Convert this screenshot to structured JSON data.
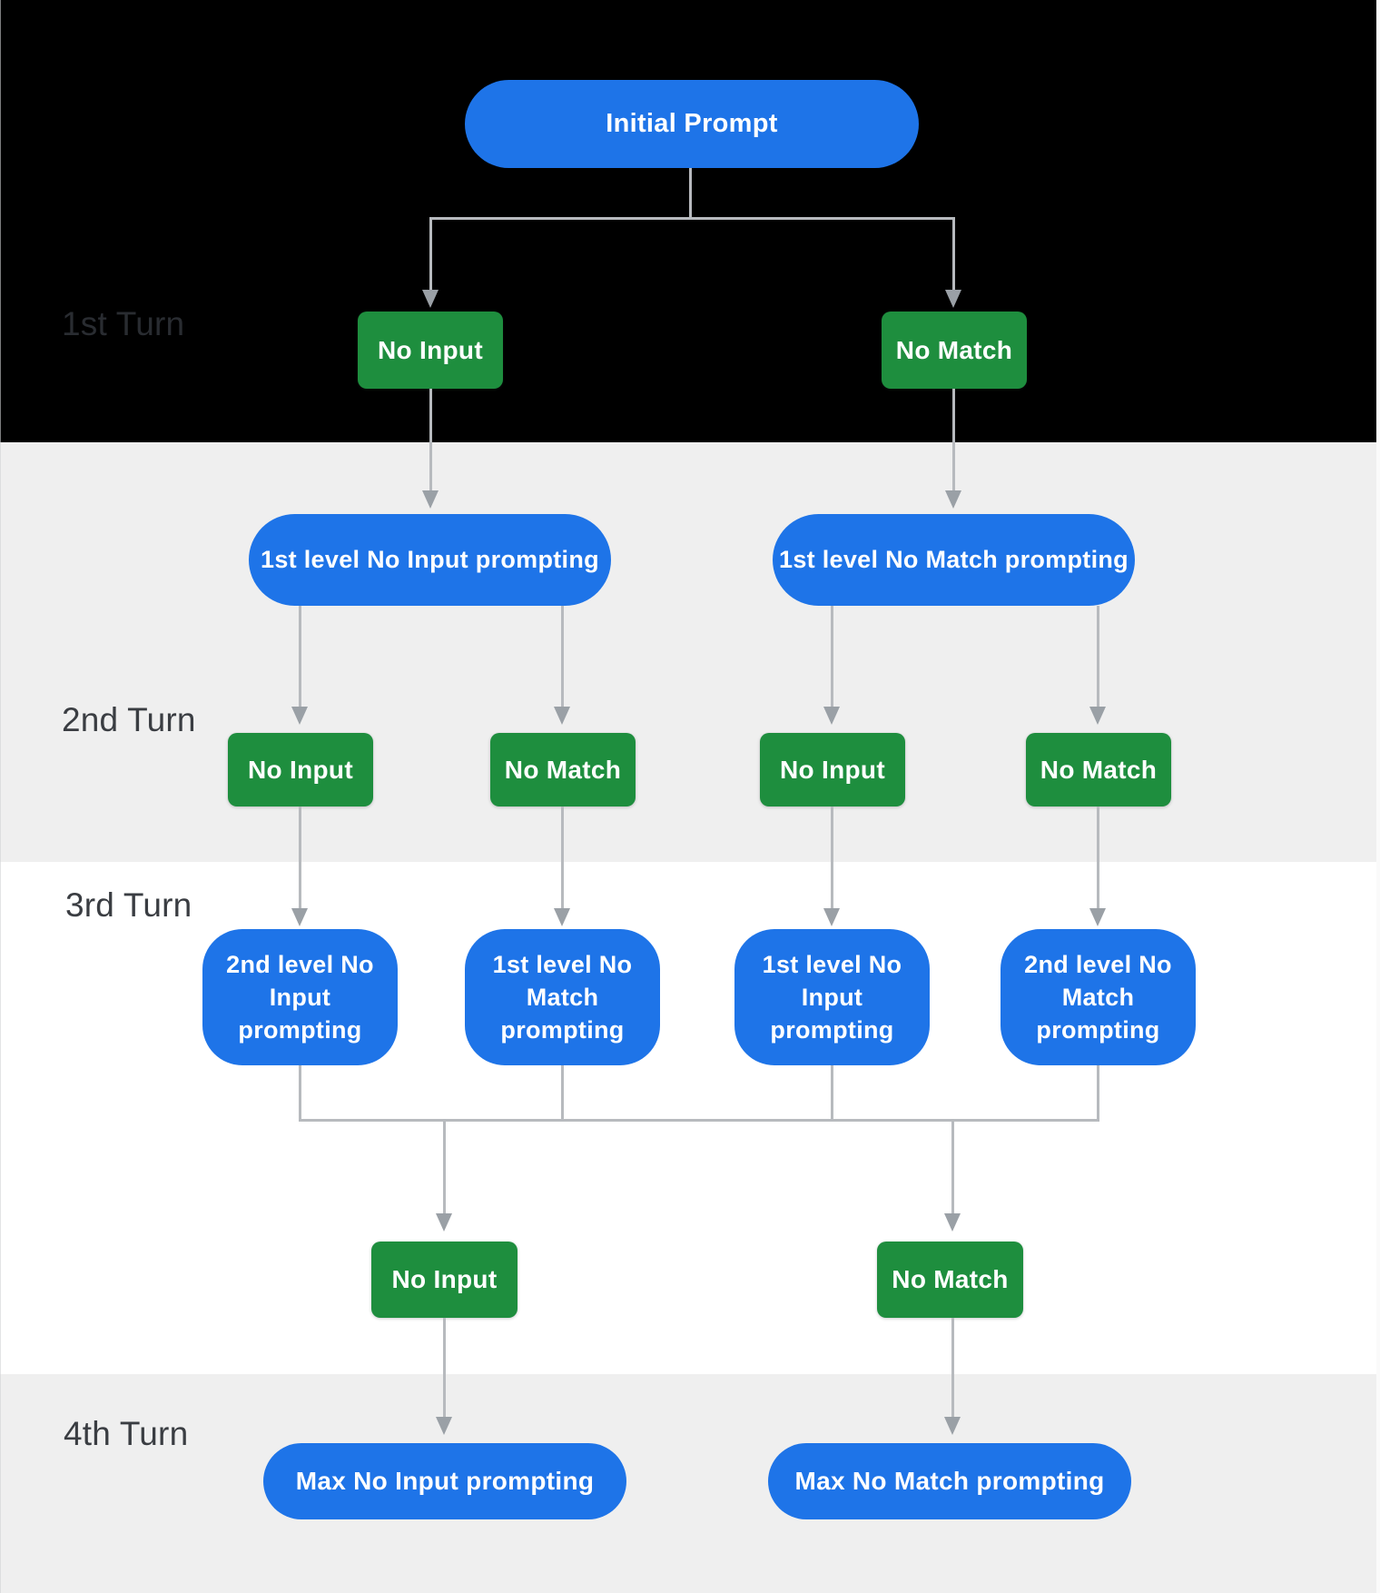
{
  "colors": {
    "band_black": "#000000",
    "band_gray": "#efefef",
    "band_white": "#ffffff",
    "node_blue": "#1e74e8",
    "node_green": "#1e8e3e",
    "connector_line": "#b7babe",
    "arrowhead": "#9aa0a6",
    "turn_label": "#3a3d42",
    "node_text": "#ffffff"
  },
  "turn_labels": {
    "turn1": "1st Turn",
    "turn2": "2nd Turn",
    "turn3": "3rd Turn",
    "turn4": "4th Turn"
  },
  "flow": {
    "initial": "Initial Prompt",
    "turn1": {
      "no_input": "No Input",
      "no_match": "No Match"
    },
    "turn2": {
      "no_input_prompt": "1st level No Input prompting",
      "no_match_prompt": "1st level No Match prompting",
      "branch_no_input": {
        "no_input": "No Input",
        "no_match": "No Match"
      },
      "branch_no_match": {
        "no_input": "No Input",
        "no_match": "No Match"
      }
    },
    "turn3": {
      "boxes": [
        "2nd level No Input prompting",
        "1st level No Match prompting",
        "1st level No Input prompting",
        "2nd level No Match prompting"
      ],
      "merged": {
        "no_input": "No Input",
        "no_match": "No Match"
      }
    },
    "turn4": {
      "max_no_input": "Max No Input prompting",
      "max_no_match": "Max No Match prompting"
    }
  }
}
